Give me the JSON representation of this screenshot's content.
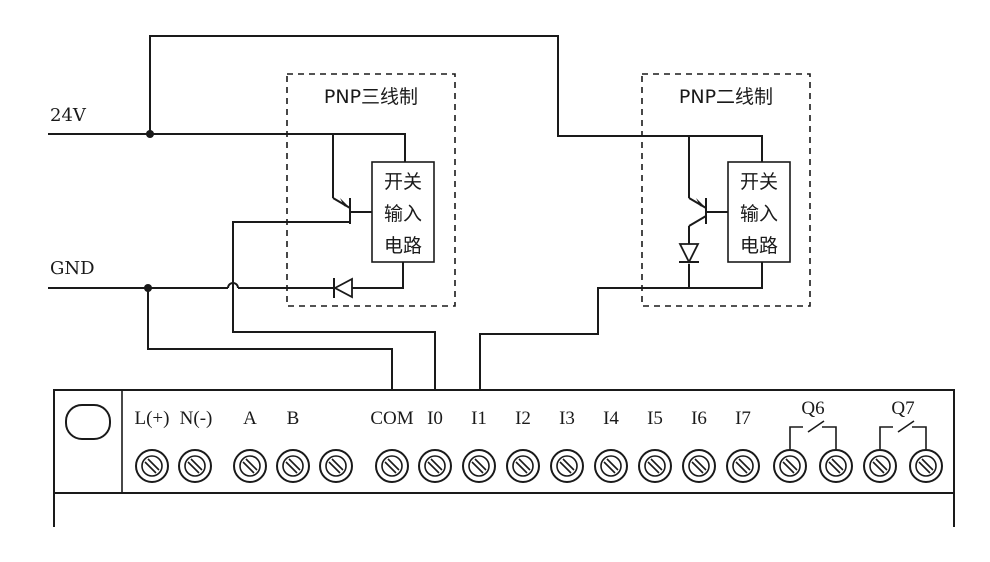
{
  "rails": {
    "supply": "24V",
    "ground": "GND"
  },
  "sensor_three_wire": {
    "title": "PNP三线制",
    "box_lines": [
      "开关",
      "输入",
      "电路"
    ]
  },
  "sensor_two_wire": {
    "title": "PNP二线制",
    "box_lines": [
      "开关",
      "输入",
      "电路"
    ]
  },
  "terminals": [
    "L(+)",
    "N(-)",
    "A",
    "B",
    "COM",
    "I0",
    "I1",
    "I2",
    "I3",
    "I4",
    "I5",
    "I6",
    "I7",
    "Q6",
    "Q7"
  ]
}
